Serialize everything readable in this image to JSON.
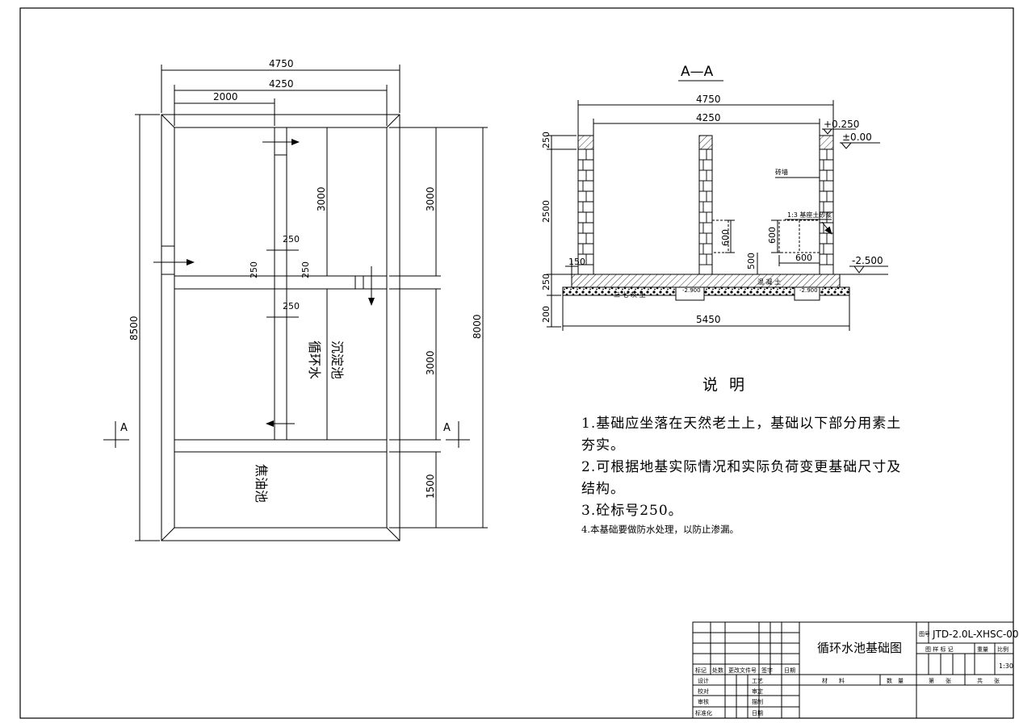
{
  "plan": {
    "dim_total_width": "4750",
    "dim_inner_width": "4250",
    "dim_left_span": "2000",
    "dim_total_height": "8500",
    "dim_inner_height": "8000",
    "dim_upper_chamber": "3000",
    "dim_lower_chamber": "3000",
    "dim_oil_chamber": "1500",
    "dim_wall_a": "250",
    "dim_wall_b": "250",
    "dim_wall_c": "250",
    "dim_wall_d": "250",
    "chamber_label_1": "循环水",
    "chamber_label_2": "沉淀池",
    "oil_pool_label": "焦油池",
    "section_mark_left": "A",
    "section_mark_right": "A"
  },
  "section": {
    "title": "A—A",
    "dim_total_width": "4750",
    "dim_inner_width": "4250",
    "dim_base_width": "5450",
    "elev_top": "+0.250",
    "elev_ground": "±0.00",
    "elev_bottom": "-2.500",
    "dim_top_wall": "250",
    "dim_height": "2500",
    "dim_slab": "250",
    "dim_footing": "200",
    "dim_offset": "150",
    "dim_open_h1": "600",
    "dim_open_h2": "600",
    "dim_open_w": "600",
    "dim_sill": "500",
    "label_brick_wall": "砖墙",
    "label_mortar": "1:3 基座土砂浆",
    "label_concrete": "混 凝 土",
    "label_lime_soil": "三 七 灰 土",
    "elev_pit_1": "-2.900",
    "elev_pit_2": "-2.900"
  },
  "notes": {
    "title": "说明",
    "item1": "1.基础应坐落在天然老土上，基础以下部分用素土夯实。",
    "item2": "2.可根据地基实际情况和实际负荷变更基础尺寸及结构。",
    "item3": "3.砼标号250。",
    "item4": "4.本基础要做防水处理，以防止渗漏。"
  },
  "title_block": {
    "drawing_name": "循环水池基础图",
    "drawing_no_label": "图号",
    "drawing_no": "JTD-2.0L-XHSC-00",
    "stage_label": "图 样 标 记",
    "weight_label": "重量",
    "scale_label": "比例",
    "scale_value": "1:30",
    "rev_mark": "标记",
    "rev_count": "处数",
    "rev_doc": "更改文件号",
    "rev_sign": "签字",
    "rev_date": "日期",
    "role_design": "设计",
    "role_check": "校对",
    "role_review": "审核",
    "role_standard": "标准化",
    "role_process": "工艺",
    "role_approve": "审定",
    "role_draw": "描制",
    "role_date": "日期",
    "material": "材　　料",
    "quantity": "数　量",
    "sheet": "第　　张",
    "sheets_total": "共　　张"
  }
}
